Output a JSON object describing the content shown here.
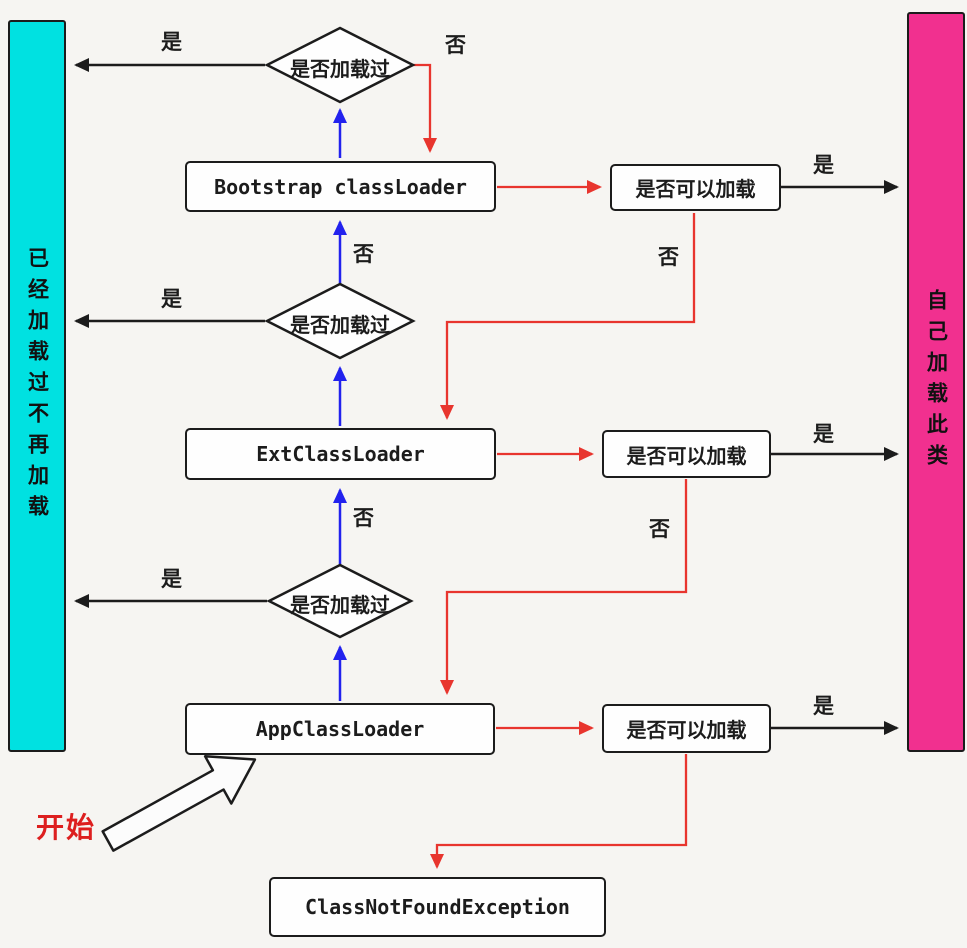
{
  "diagram": {
    "left_bar": {
      "text": "已经加载过不再加载",
      "color": "#00e1e1"
    },
    "right_bar": {
      "text": "自己加载此类",
      "color": "#f1308f"
    },
    "diamonds": [
      {
        "label": "是否加载过"
      },
      {
        "label": "是否加载过"
      },
      {
        "label": "是否加载过"
      }
    ],
    "loaders": [
      {
        "label": "Bootstrap classLoader"
      },
      {
        "label": "ExtClassLoader"
      },
      {
        "label": "AppClassLoader"
      }
    ],
    "checks": [
      {
        "label": "是否可以加载"
      },
      {
        "label": "是否可以加载"
      },
      {
        "label": "是否可以加载"
      }
    ],
    "exception": {
      "label": "ClassNotFoundException"
    },
    "labels": {
      "yes": "是",
      "no": "否",
      "start": "开始"
    },
    "colors": {
      "delegate_up_arrow": "#2222ee",
      "load_attempt_arrow": "#e8352e",
      "result_arrow": "#1c1c1c"
    }
  }
}
